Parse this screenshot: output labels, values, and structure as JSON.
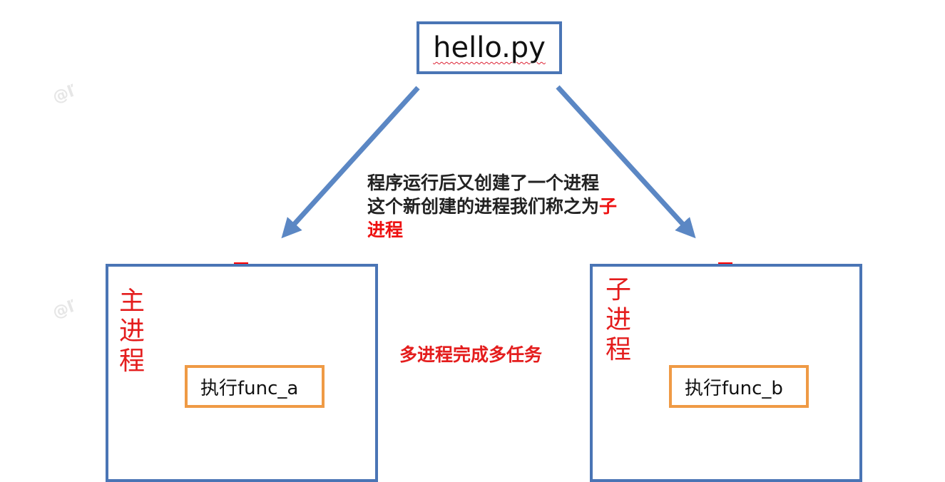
{
  "file": {
    "name": "hello.py"
  },
  "note": {
    "line1": "程序运行后又创建了一个进程",
    "line2_prefix": "这个新创建的进程我们称之为",
    "line2_highlight_char": "子",
    "line3_highlight": "进程"
  },
  "main_process": {
    "label": "主进程",
    "task": "执行func_a"
  },
  "child_process": {
    "label": "子进程",
    "task": "执行func_b"
  },
  "center_caption": "多进程完成多任务",
  "watermarks": [
    "@ľ",
    "@ľ"
  ],
  "colors": {
    "box_border": "#4a75b5",
    "task_border": "#ef9a45",
    "accent_red": "#ff0000",
    "arrow_blue": "#5b87c4"
  }
}
